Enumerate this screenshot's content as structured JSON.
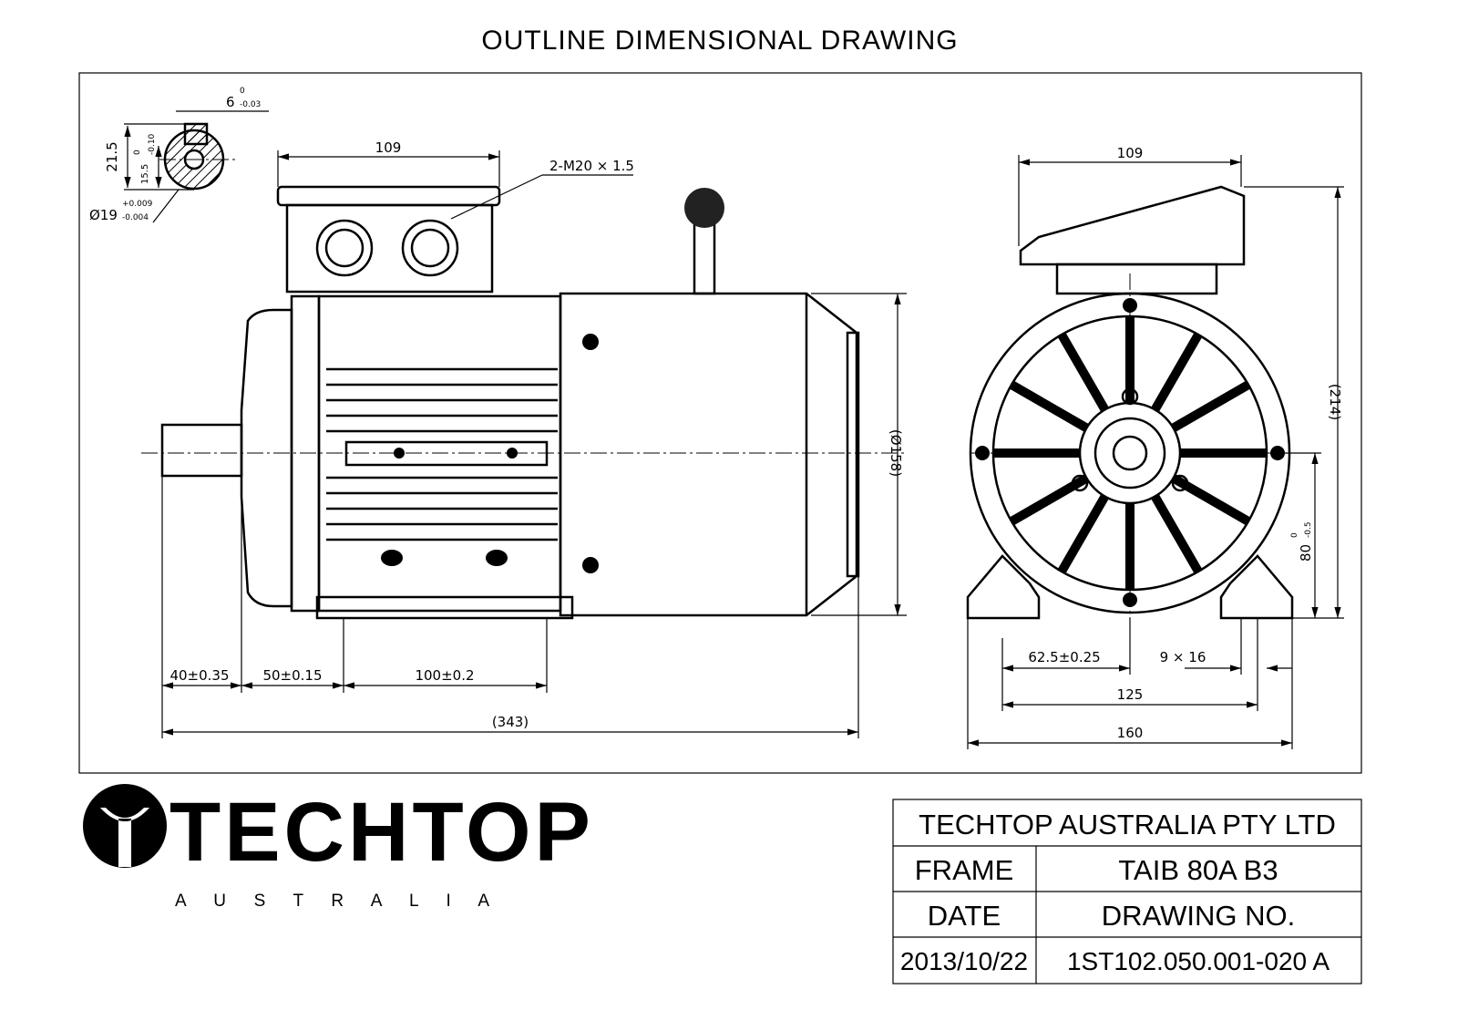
{
  "title": "OUTLINE DIMENSIONAL DRAWING",
  "shaft_detail": {
    "key_width": "6",
    "key_width_tol_upper": "0",
    "key_width_tol_lower": "-0.03",
    "height": "21.5",
    "key_depth": "15.5",
    "key_depth_tol_upper": "0",
    "key_depth_tol_lower": "-0.10",
    "diameter": "Ø19",
    "diameter_tol_upper": "+0.009",
    "diameter_tol_lower": "-0.004"
  },
  "side_view": {
    "terminal_box_width": "109",
    "cable_gland": "2-M20 × 1.5",
    "body_diameter": "(Ø158)",
    "shaft_length": "40±0.35",
    "shaft_to_foot": "50±0.15",
    "foot_spacing": "100±0.2",
    "overall_length": "(343)"
  },
  "front_view": {
    "terminal_box_width": "109",
    "overall_height": "(214)",
    "shaft_height": "80",
    "shaft_height_tol_upper": "0",
    "shaft_height_tol_lower": "-0.5",
    "half_foot_spacing": "62.5±0.25",
    "foot_hole": "9 × 16",
    "foot_hole_spacing": "125",
    "foot_width": "160"
  },
  "logo": {
    "name": "TECHTOP",
    "sub": "A U S T R A L I A"
  },
  "title_block": {
    "company": "TECHTOP AUSTRALIA PTY LTD",
    "frame_label": "FRAME",
    "frame_value": "TAIB 80A B3",
    "date_label": "DATE",
    "drawing_no_label": "DRAWING NO.",
    "date_value": "2013/10/22",
    "drawing_no_value": "1ST102.050.001-020 A"
  }
}
